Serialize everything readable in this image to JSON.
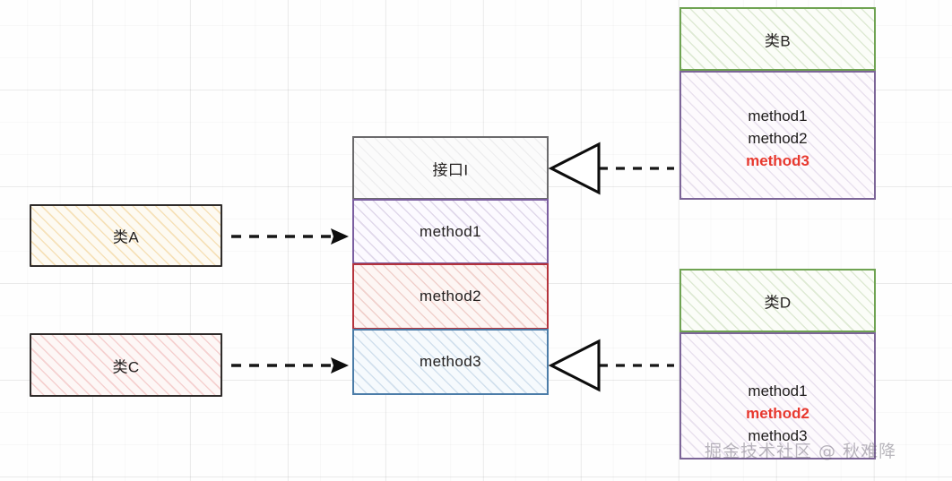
{
  "diagram": {
    "title_hidden": "",
    "interface": {
      "name": "接口I",
      "rows": [
        {
          "label": "method1",
          "accent": "#7b5ea0"
        },
        {
          "label": "method2",
          "accent": "#b5333c"
        },
        {
          "label": "method3",
          "accent": "#4b7ca8"
        }
      ]
    },
    "left_classes": [
      {
        "name": "类A",
        "fill": "#fdfaf2",
        "hatch": "#e6a834"
      },
      {
        "name": "类C",
        "fill": "#fdf7f6",
        "hatch": "#e27878"
      }
    ],
    "right_classes": [
      {
        "name": "类B",
        "header_color": "#6fa352",
        "body_color": "#7c6598",
        "methods": [
          {
            "label": "method1",
            "highlight": false
          },
          {
            "label": "method2",
            "highlight": false
          },
          {
            "label": "method3",
            "highlight": true
          }
        ]
      },
      {
        "name": "类D",
        "header_color": "#6fa352",
        "body_color": "#7c6598",
        "methods": [
          {
            "label": "method1",
            "highlight": false
          },
          {
            "label": "method2",
            "highlight": true
          },
          {
            "label": "method3",
            "highlight": false
          }
        ]
      }
    ],
    "connectors": [
      {
        "name": "dependency-a-to-method1",
        "style": "dashed",
        "head": "filled-arrow"
      },
      {
        "name": "dependency-c-to-method3",
        "style": "dashed",
        "head": "filled-arrow"
      },
      {
        "name": "realization-b-to-interface",
        "style": "dashed",
        "head": "hollow-triangle"
      },
      {
        "name": "realization-d-to-method3",
        "style": "dashed",
        "head": "hollow-triangle"
      }
    ],
    "watermark": "掘金技术社区 @ 秋难降",
    "highlight_color": "#e8392f"
  }
}
